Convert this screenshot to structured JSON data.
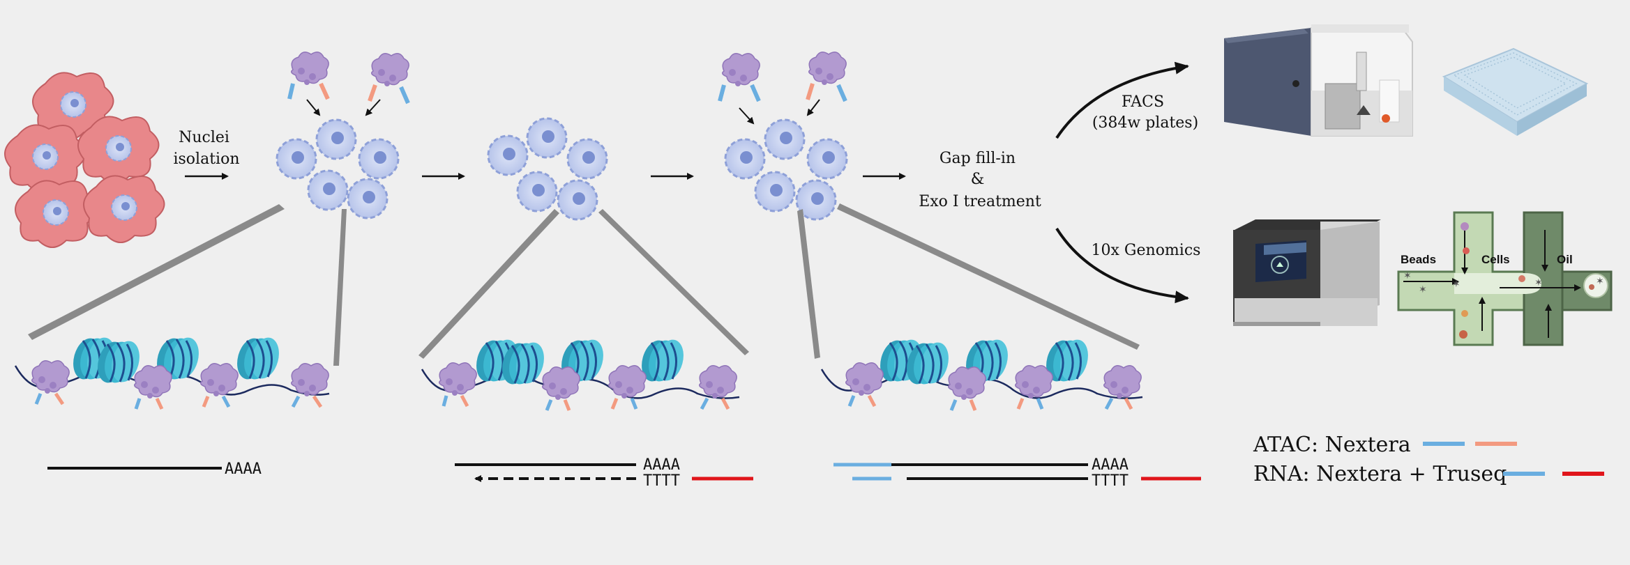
{
  "steps": {
    "nuclei_isolation": [
      "Nuclei",
      "isolation"
    ],
    "gap_fill": [
      "Gap fill-in",
      "&",
      "Exo I treatment"
    ],
    "facs": [
      "FACS",
      "(384w plates)"
    ],
    "tenx": "10x Genomics"
  },
  "microfluidics": {
    "beads": "Beads",
    "cells": "Cells",
    "oil": "Oil"
  },
  "strands": {
    "polyA": "AAAA",
    "polyT": "TTTT"
  },
  "legend": {
    "atac": "ATAC: Nextera",
    "rna": "RNA: Nextera + Truseq"
  },
  "colors": {
    "nextera_blue": "#6aaee0",
    "nextera_orange": "#f39a80",
    "truseq_red": "#e0151b",
    "cell_red": "#e8878a",
    "nucleosome": "#3cb8d1",
    "tn5_purple": "#b59ad0",
    "nucleus": "#c5cfee"
  }
}
